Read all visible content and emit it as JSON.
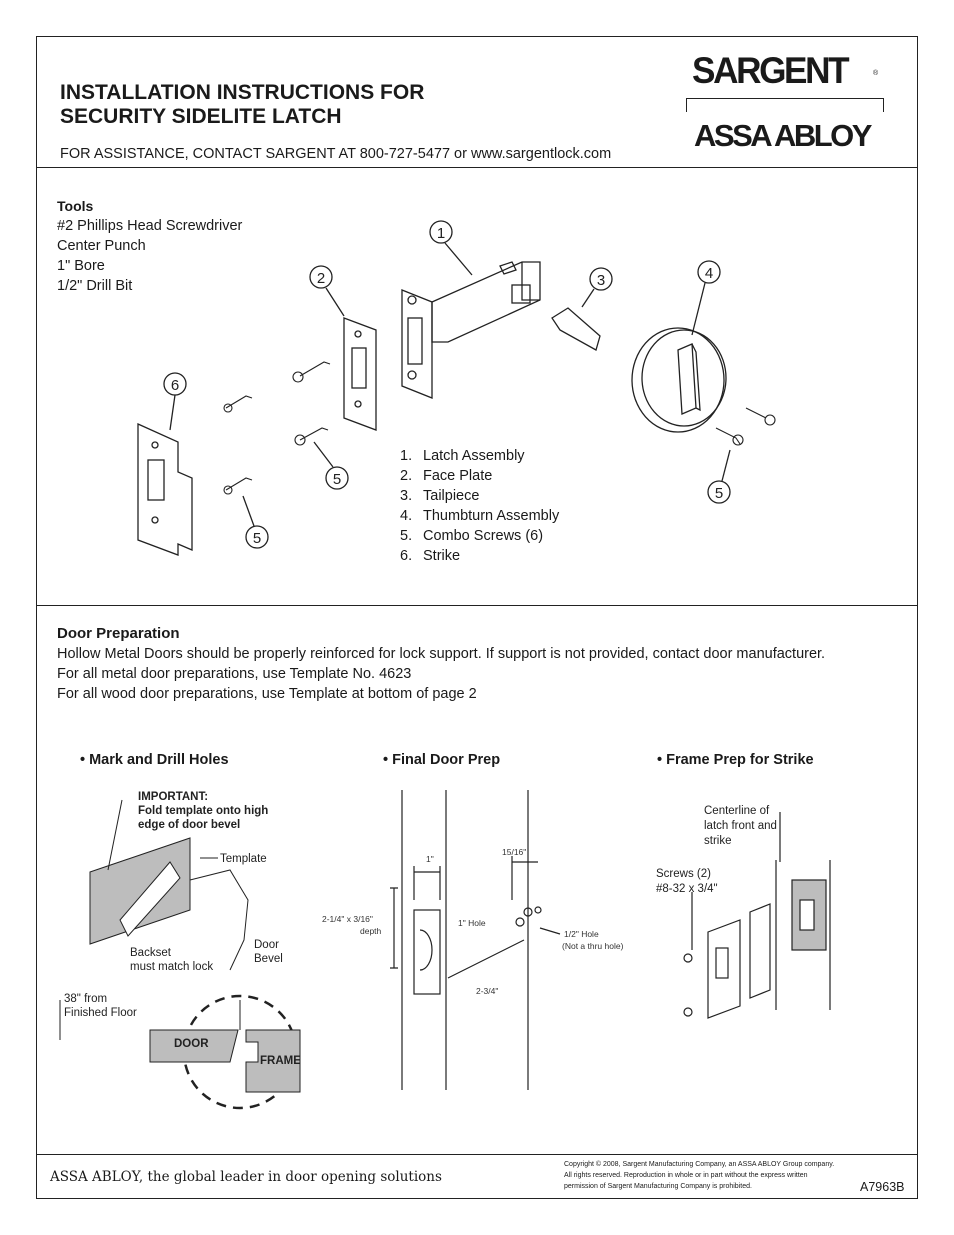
{
  "header": {
    "title_line1": "INSTALLATION INSTRUCTIONS FOR",
    "title_line2": "SECURITY SIDELITE LATCH",
    "contact": "FOR ASSISTANCE, CONTACT SARGENT AT 800-727-5477 or www.sargentlock.com",
    "logo_primary": "SARGENT",
    "logo_registered": "®",
    "logo_secondary": "ASSA ABLOY"
  },
  "tools": {
    "heading": "Tools",
    "items": [
      "#2 Phillips Head Screwdriver",
      "Center Punch",
      "1\" Bore",
      "1/2\" Drill Bit"
    ]
  },
  "parts": [
    {
      "num": "1.",
      "label": "Latch Assembly"
    },
    {
      "num": "2.",
      "label": "Face Plate"
    },
    {
      "num": "3.",
      "label": "Tailpiece"
    },
    {
      "num": "4.",
      "label": "Thumbturn Assembly"
    },
    {
      "num": "5.",
      "label": "Combo Screws (6)"
    },
    {
      "num": "6.",
      "label": "Strike"
    }
  ],
  "callouts": [
    "1",
    "2",
    "3",
    "4",
    "5",
    "6"
  ],
  "door_prep": {
    "heading": "Door Preparation",
    "lines": [
      "Hollow Metal Doors should be properly reinforced for lock support. If support is not provided, contact door manufacturer.",
      "For all metal door preparations, use Template No. 4623",
      "For all wood door preparations, use Template at bottom of page 2"
    ]
  },
  "steps": {
    "mark": "• Mark and Drill Holes",
    "final": "• Final Door Prep",
    "frame": "• Frame Prep for Strike"
  },
  "mark_fig": {
    "important_1": "IMPORTANT:",
    "important_2": "Fold template onto high",
    "important_3": "edge of door bevel",
    "template": "Template",
    "backset_1": "Backset",
    "backset_2": "must match lock",
    "bevel_1": "Door",
    "bevel_2": "Bevel",
    "floor_1": "38\" from",
    "floor_2": "Finished Floor",
    "door": "DOOR",
    "frame": "FRAME"
  },
  "final_fig": {
    "d1": "1\"",
    "d15": "15/16\"",
    "depth_1": "2-1/4\" x 3/16\"",
    "depth_2": "depth",
    "hole1": "1\" Hole",
    "hole_half_1": "1/2\" Hole",
    "hole_half_2": "(Not a thru hole)",
    "d234": "2-3/4\""
  },
  "frame_fig": {
    "center_1": "Centerline of",
    "center_2": "latch front and",
    "center_3": "strike",
    "screws_1": "Screws (2)",
    "screws_2": "#8-32 x 3/4\""
  },
  "footer": {
    "tagline": "ASSA ABLOY, the global leader in door opening solutions",
    "copyright_1": "Copyright © 2008, Sargent Manufacturing Company, an ASSA ABLOY Group company.",
    "copyright_2": "All rights reserved. Reproduction in whole or in part without the express written",
    "copyright_3": "permission of Sargent Manufacturing Company is prohibited.",
    "doc_number": "A7963B"
  }
}
